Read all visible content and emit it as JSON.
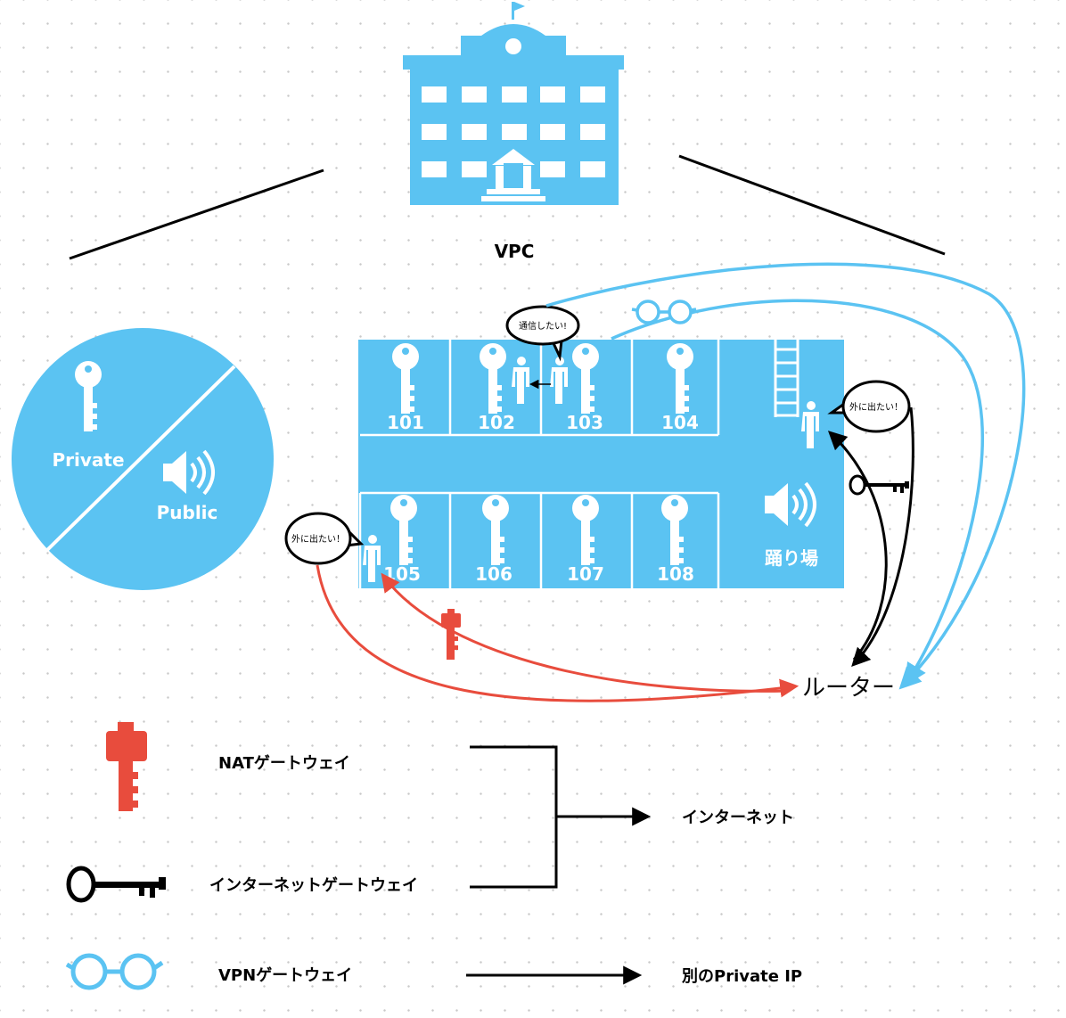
{
  "colors": {
    "accent": "#5bc3f2",
    "nat": "#e84c3d",
    "line": "#000000",
    "bg": "#ffffff"
  },
  "vpc": {
    "label": "VPC"
  },
  "subnet_circle": {
    "private_label": "Private",
    "public_label": "Public"
  },
  "rooms": {
    "top": [
      "101",
      "102",
      "103",
      "104"
    ],
    "bottom": [
      "105",
      "106",
      "107",
      "108"
    ],
    "landing": "踊り場"
  },
  "bubbles": {
    "communicate": "通信したい!",
    "go_out_right": "外に出たい！",
    "go_out_left": "外に出たい！"
  },
  "router": {
    "label": "ルーター"
  },
  "legend": {
    "nat_gateway": "NATゲートウェイ",
    "internet_gateway": "インターネットゲートウェイ",
    "vpn_gateway": "VPNゲートウェイ",
    "internet": "インターネット",
    "other_private_ip": "別のPrivate IP"
  },
  "icons": [
    "school-building-icon",
    "key-icon",
    "speaker-icon",
    "person-icon",
    "ladder-icon",
    "glasses-icon",
    "skeleton-key-icon"
  ]
}
